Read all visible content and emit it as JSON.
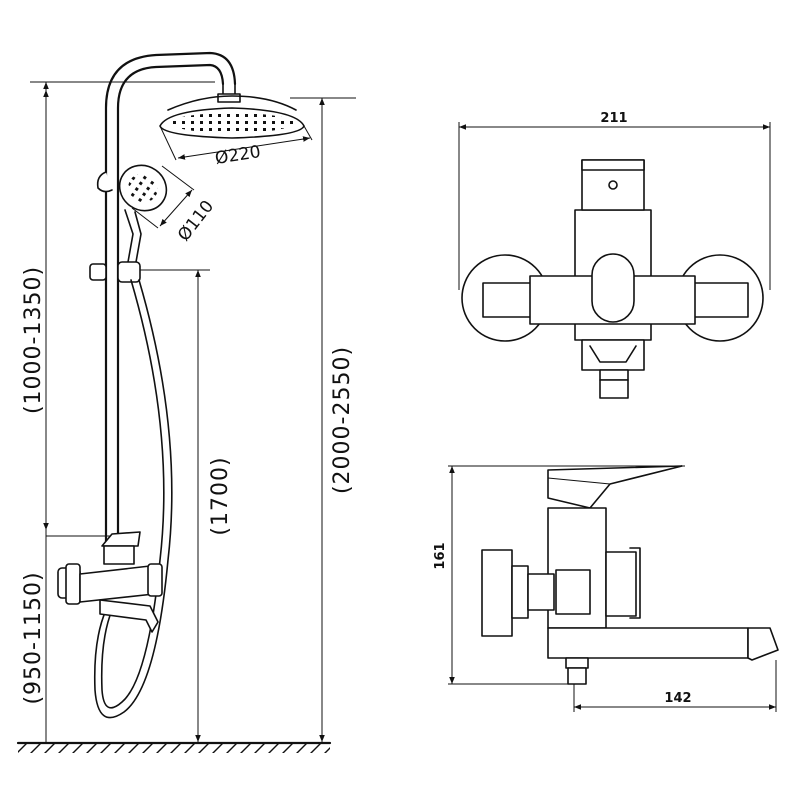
{
  "dimensions": {
    "overall_height": "(2000-2550)",
    "arm_height": "(1000-1350)",
    "slide_height": "(1700)",
    "mixer_height": "(950-1150)",
    "rain_diameter": "Ø220",
    "hand_diameter": "Ø110",
    "mixer_width": "211",
    "mixer_depth": "161",
    "spout_length": "142"
  },
  "colors": {
    "line": "#111111",
    "background": "#ffffff"
  }
}
